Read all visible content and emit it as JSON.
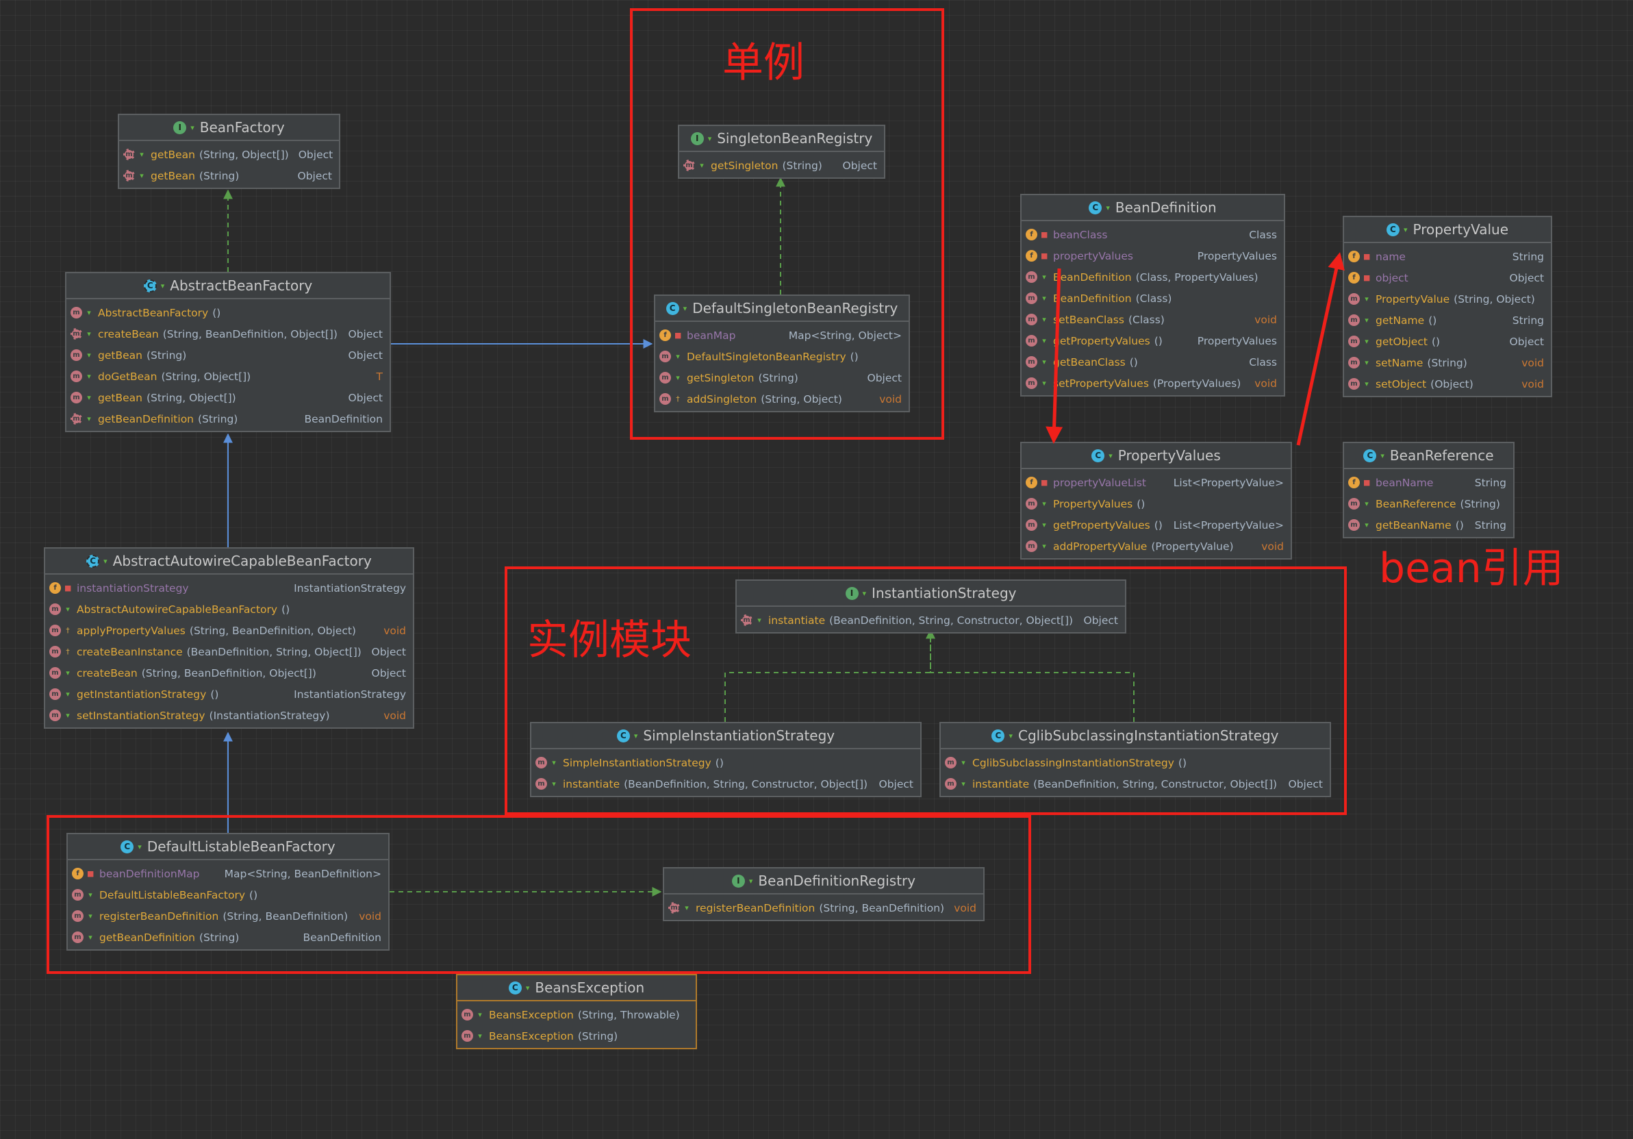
{
  "annotations": {
    "singleton": "单例",
    "instance_module": "实例模块",
    "bean_reference": "bean引用"
  },
  "classes": {
    "BeanFactory": {
      "name": "BeanFactory",
      "kind": "interface",
      "rows": [
        {
          "icon": "abstract-method",
          "vis": "public",
          "name": "getBean",
          "params": "(String, Object[])",
          "type": "Object"
        },
        {
          "icon": "abstract-method",
          "vis": "public",
          "name": "getBean",
          "params": "(String)",
          "type": "Object"
        }
      ]
    },
    "AbstractBeanFactory": {
      "name": "AbstractBeanFactory",
      "kind": "abstract-class",
      "rows": [
        {
          "icon": "method",
          "vis": "public",
          "name": "AbstractBeanFactory",
          "params": "()",
          "type": ""
        },
        {
          "icon": "abstract-method",
          "vis": "public",
          "name": "createBean",
          "params": "(String, BeanDefinition, Object[])",
          "type": "Object"
        },
        {
          "icon": "method",
          "vis": "public",
          "name": "getBean",
          "params": "(String)",
          "type": "Object"
        },
        {
          "icon": "method",
          "vis": "public",
          "name": "doGetBean",
          "params": "(String, Object[])",
          "type": "T"
        },
        {
          "icon": "method",
          "vis": "public",
          "name": "getBean",
          "params": "(String, Object[])",
          "type": "Object"
        },
        {
          "icon": "abstract-method",
          "vis": "public",
          "name": "getBeanDefinition",
          "params": "(String)",
          "type": "BeanDefinition"
        }
      ]
    },
    "AbstractAutowireCapableBeanFactory": {
      "name": "AbstractAutowireCapableBeanFactory",
      "kind": "abstract-class",
      "rows": [
        {
          "icon": "field",
          "vis": "private",
          "name": "instantiationStrategy",
          "params": "",
          "type": "InstantiationStrategy"
        },
        {
          "icon": "method",
          "vis": "public",
          "name": "AbstractAutowireCapableBeanFactory",
          "params": "()",
          "type": ""
        },
        {
          "icon": "method",
          "vis": "protected",
          "name": "applyPropertyValues",
          "params": "(String, BeanDefinition, Object)",
          "type": "void"
        },
        {
          "icon": "method",
          "vis": "protected",
          "name": "createBeanInstance",
          "params": "(BeanDefinition, String, Object[])",
          "type": "Object"
        },
        {
          "icon": "method",
          "vis": "public",
          "name": "createBean",
          "params": "(String, BeanDefinition, Object[])",
          "type": "Object"
        },
        {
          "icon": "method",
          "vis": "public",
          "name": "getInstantiationStrategy",
          "params": "()",
          "type": "InstantiationStrategy"
        },
        {
          "icon": "method",
          "vis": "public",
          "name": "setInstantiationStrategy",
          "params": "(InstantiationStrategy)",
          "type": "void"
        }
      ]
    },
    "DefaultListableBeanFactory": {
      "name": "DefaultListableBeanFactory",
      "kind": "class",
      "rows": [
        {
          "icon": "field",
          "vis": "private",
          "name": "beanDefinitionMap",
          "params": "",
          "type": "Map<String, BeanDefinition>"
        },
        {
          "icon": "method",
          "vis": "public",
          "name": "DefaultListableBeanFactory",
          "params": "()",
          "type": ""
        },
        {
          "icon": "method",
          "vis": "public",
          "name": "registerBeanDefinition",
          "params": "(String, BeanDefinition)",
          "type": "void"
        },
        {
          "icon": "method",
          "vis": "public",
          "name": "getBeanDefinition",
          "params": "(String)",
          "type": "BeanDefinition"
        }
      ]
    },
    "BeanDefinitionRegistry": {
      "name": "BeanDefinitionRegistry",
      "kind": "interface",
      "rows": [
        {
          "icon": "abstract-method",
          "vis": "public",
          "name": "registerBeanDefinition",
          "params": "(String, BeanDefinition)",
          "type": "void"
        }
      ]
    },
    "SingletonBeanRegistry": {
      "name": "SingletonBeanRegistry",
      "kind": "interface",
      "rows": [
        {
          "icon": "abstract-method",
          "vis": "public",
          "name": "getSingleton",
          "params": "(String)",
          "type": "Object"
        }
      ]
    },
    "DefaultSingletonBeanRegistry": {
      "name": "DefaultSingletonBeanRegistry",
      "kind": "class",
      "rows": [
        {
          "icon": "field",
          "vis": "private",
          "name": "beanMap",
          "params": "",
          "type": "Map<String, Object>"
        },
        {
          "icon": "method",
          "vis": "public",
          "name": "DefaultSingletonBeanRegistry",
          "params": "()",
          "type": ""
        },
        {
          "icon": "method",
          "vis": "public",
          "name": "getSingleton",
          "params": "(String)",
          "type": "Object"
        },
        {
          "icon": "method",
          "vis": "protected",
          "name": "addSingleton",
          "params": "(String, Object)",
          "type": "void"
        }
      ]
    },
    "BeanDefinition": {
      "name": "BeanDefinition",
      "kind": "class",
      "rows": [
        {
          "icon": "field",
          "vis": "private",
          "name": "beanClass",
          "params": "",
          "type": "Class"
        },
        {
          "icon": "field",
          "vis": "private",
          "name": "propertyValues",
          "params": "",
          "type": "PropertyValues"
        },
        {
          "icon": "method",
          "vis": "public",
          "name": "BeanDefinition",
          "params": "(Class, PropertyValues)",
          "type": ""
        },
        {
          "icon": "method",
          "vis": "public",
          "name": "BeanDefinition",
          "params": "(Class)",
          "type": ""
        },
        {
          "icon": "method",
          "vis": "public",
          "name": "setBeanClass",
          "params": "(Class)",
          "type": "void"
        },
        {
          "icon": "method",
          "vis": "public",
          "name": "getPropertyValues",
          "params": "()",
          "type": "PropertyValues"
        },
        {
          "icon": "method",
          "vis": "public",
          "name": "getBeanClass",
          "params": "()",
          "type": "Class"
        },
        {
          "icon": "method",
          "vis": "public",
          "name": "setPropertyValues",
          "params": "(PropertyValues)",
          "type": "void"
        }
      ]
    },
    "PropertyValue": {
      "name": "PropertyValue",
      "kind": "class",
      "rows": [
        {
          "icon": "field",
          "vis": "private",
          "name": "name",
          "params": "",
          "type": "String"
        },
        {
          "icon": "field",
          "vis": "private",
          "name": "object",
          "params": "",
          "type": "Object"
        },
        {
          "icon": "method",
          "vis": "public",
          "name": "PropertyValue",
          "params": "(String, Object)",
          "type": ""
        },
        {
          "icon": "method",
          "vis": "public",
          "name": "getName",
          "params": "()",
          "type": "String"
        },
        {
          "icon": "method",
          "vis": "public",
          "name": "getObject",
          "params": "()",
          "type": "Object"
        },
        {
          "icon": "method",
          "vis": "public",
          "name": "setName",
          "params": "(String)",
          "type": "void"
        },
        {
          "icon": "method",
          "vis": "public",
          "name": "setObject",
          "params": "(Object)",
          "type": "void"
        }
      ]
    },
    "PropertyValues": {
      "name": "PropertyValues",
      "kind": "class",
      "rows": [
        {
          "icon": "field",
          "vis": "private",
          "name": "propertyValueList",
          "params": "",
          "type": "List<PropertyValue>"
        },
        {
          "icon": "method",
          "vis": "public",
          "name": "PropertyValues",
          "params": "()",
          "type": ""
        },
        {
          "icon": "method",
          "vis": "public",
          "name": "getPropertyValues",
          "params": "()",
          "type": "List<PropertyValue>"
        },
        {
          "icon": "method",
          "vis": "public",
          "name": "addPropertyValue",
          "params": "(PropertyValue)",
          "type": "void"
        }
      ]
    },
    "BeanReference": {
      "name": "BeanReference",
      "kind": "class",
      "rows": [
        {
          "icon": "field",
          "vis": "private",
          "name": "beanName",
          "params": "",
          "type": "String"
        },
        {
          "icon": "method",
          "vis": "public",
          "name": "BeanReference",
          "params": "(String)",
          "type": ""
        },
        {
          "icon": "method",
          "vis": "public",
          "name": "getBeanName",
          "params": "()",
          "type": "String"
        }
      ]
    },
    "InstantiationStrategy": {
      "name": "InstantiationStrategy",
      "kind": "interface",
      "rows": [
        {
          "icon": "abstract-method",
          "vis": "public",
          "name": "instantiate",
          "params": "(BeanDefinition, String, Constructor, Object[])",
          "type": "Object"
        }
      ]
    },
    "SimpleInstantiationStrategy": {
      "name": "SimpleInstantiationStrategy",
      "kind": "class",
      "rows": [
        {
          "icon": "method",
          "vis": "public",
          "name": "SimpleInstantiationStrategy",
          "params": "()",
          "type": ""
        },
        {
          "icon": "method",
          "vis": "public",
          "name": "instantiate",
          "params": "(BeanDefinition, String, Constructor, Object[])",
          "type": "Object"
        }
      ]
    },
    "CglibSubclassingInstantiationStrategy": {
      "name": "CglibSubclassingInstantiationStrategy",
      "kind": "class",
      "rows": [
        {
          "icon": "method",
          "vis": "public",
          "name": "CglibSubclassingInstantiationStrategy",
          "params": "()",
          "type": ""
        },
        {
          "icon": "method",
          "vis": "public",
          "name": "instantiate",
          "params": "(BeanDefinition, String, Constructor, Object[])",
          "type": "Object"
        }
      ]
    },
    "BeansException": {
      "name": "BeansException",
      "kind": "exception",
      "rows": [
        {
          "icon": "method",
          "vis": "public",
          "name": "BeansException",
          "params": "(String, Throwable)",
          "type": ""
        },
        {
          "icon": "method",
          "vis": "public",
          "name": "BeansException",
          "params": "(String)",
          "type": ""
        }
      ]
    }
  },
  "relations": [
    {
      "from": "AbstractBeanFactory",
      "to": "BeanFactory",
      "kind": "implements"
    },
    {
      "from": "AbstractBeanFactory",
      "to": "DefaultSingletonBeanRegistry",
      "kind": "extends"
    },
    {
      "from": "DefaultSingletonBeanRegistry",
      "to": "SingletonBeanRegistry",
      "kind": "implements"
    },
    {
      "from": "AbstractAutowireCapableBeanFactory",
      "to": "AbstractBeanFactory",
      "kind": "extends"
    },
    {
      "from": "DefaultListableBeanFactory",
      "to": "AbstractAutowireCapableBeanFactory",
      "kind": "extends"
    },
    {
      "from": "DefaultListableBeanFactory",
      "to": "BeanDefinitionRegistry",
      "kind": "implements"
    },
    {
      "from": "SimpleInstantiationStrategy",
      "to": "InstantiationStrategy",
      "kind": "implements"
    },
    {
      "from": "CglibSubclassingInstantiationStrategy",
      "to": "InstantiationStrategy",
      "kind": "implements"
    }
  ],
  "colors": {
    "annotation_red": "#f0201a",
    "extends_edge": "#5b8fd9",
    "implements_edge": "#5a9e4b",
    "node_bg": "#3c3f41",
    "canvas_bg": "#2b2b2b"
  }
}
